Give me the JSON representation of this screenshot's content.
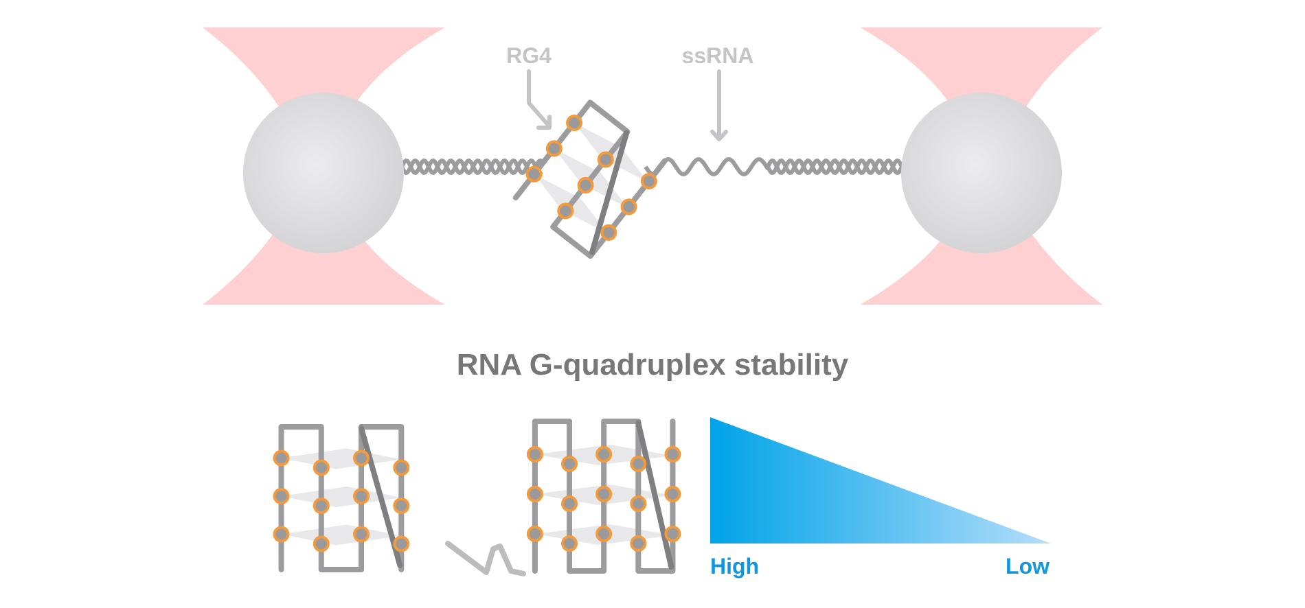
{
  "labels": {
    "rg4": "RG4",
    "ssrna": "ssRNA",
    "title": "RNA G-quadruplex stability",
    "high": "High",
    "low": "Low"
  },
  "colors": {
    "bead": "#d2d2d4",
    "bead_highlight": "#ececee",
    "laser": "#ffd0d2",
    "strand": "#9c9c9e",
    "strand_dark": "#7f7f82",
    "guanine_fill": "#9a9a9c",
    "guanine_ring": "#f29a3c",
    "label_gray": "#c4c4c6",
    "title_gray": "#77777a",
    "gradient_strong": "#00a3e8",
    "gradient_light": "#b4defa",
    "accent_blue": "#1296e0",
    "plate": "#e6e6e8"
  },
  "icons": {
    "trap_left": "optical-trap",
    "trap_right": "optical-trap",
    "bead_left": "bead",
    "bead_right": "bead",
    "quadruplex": "g-quadruplex",
    "stability_wedge": "gradient-wedge"
  }
}
